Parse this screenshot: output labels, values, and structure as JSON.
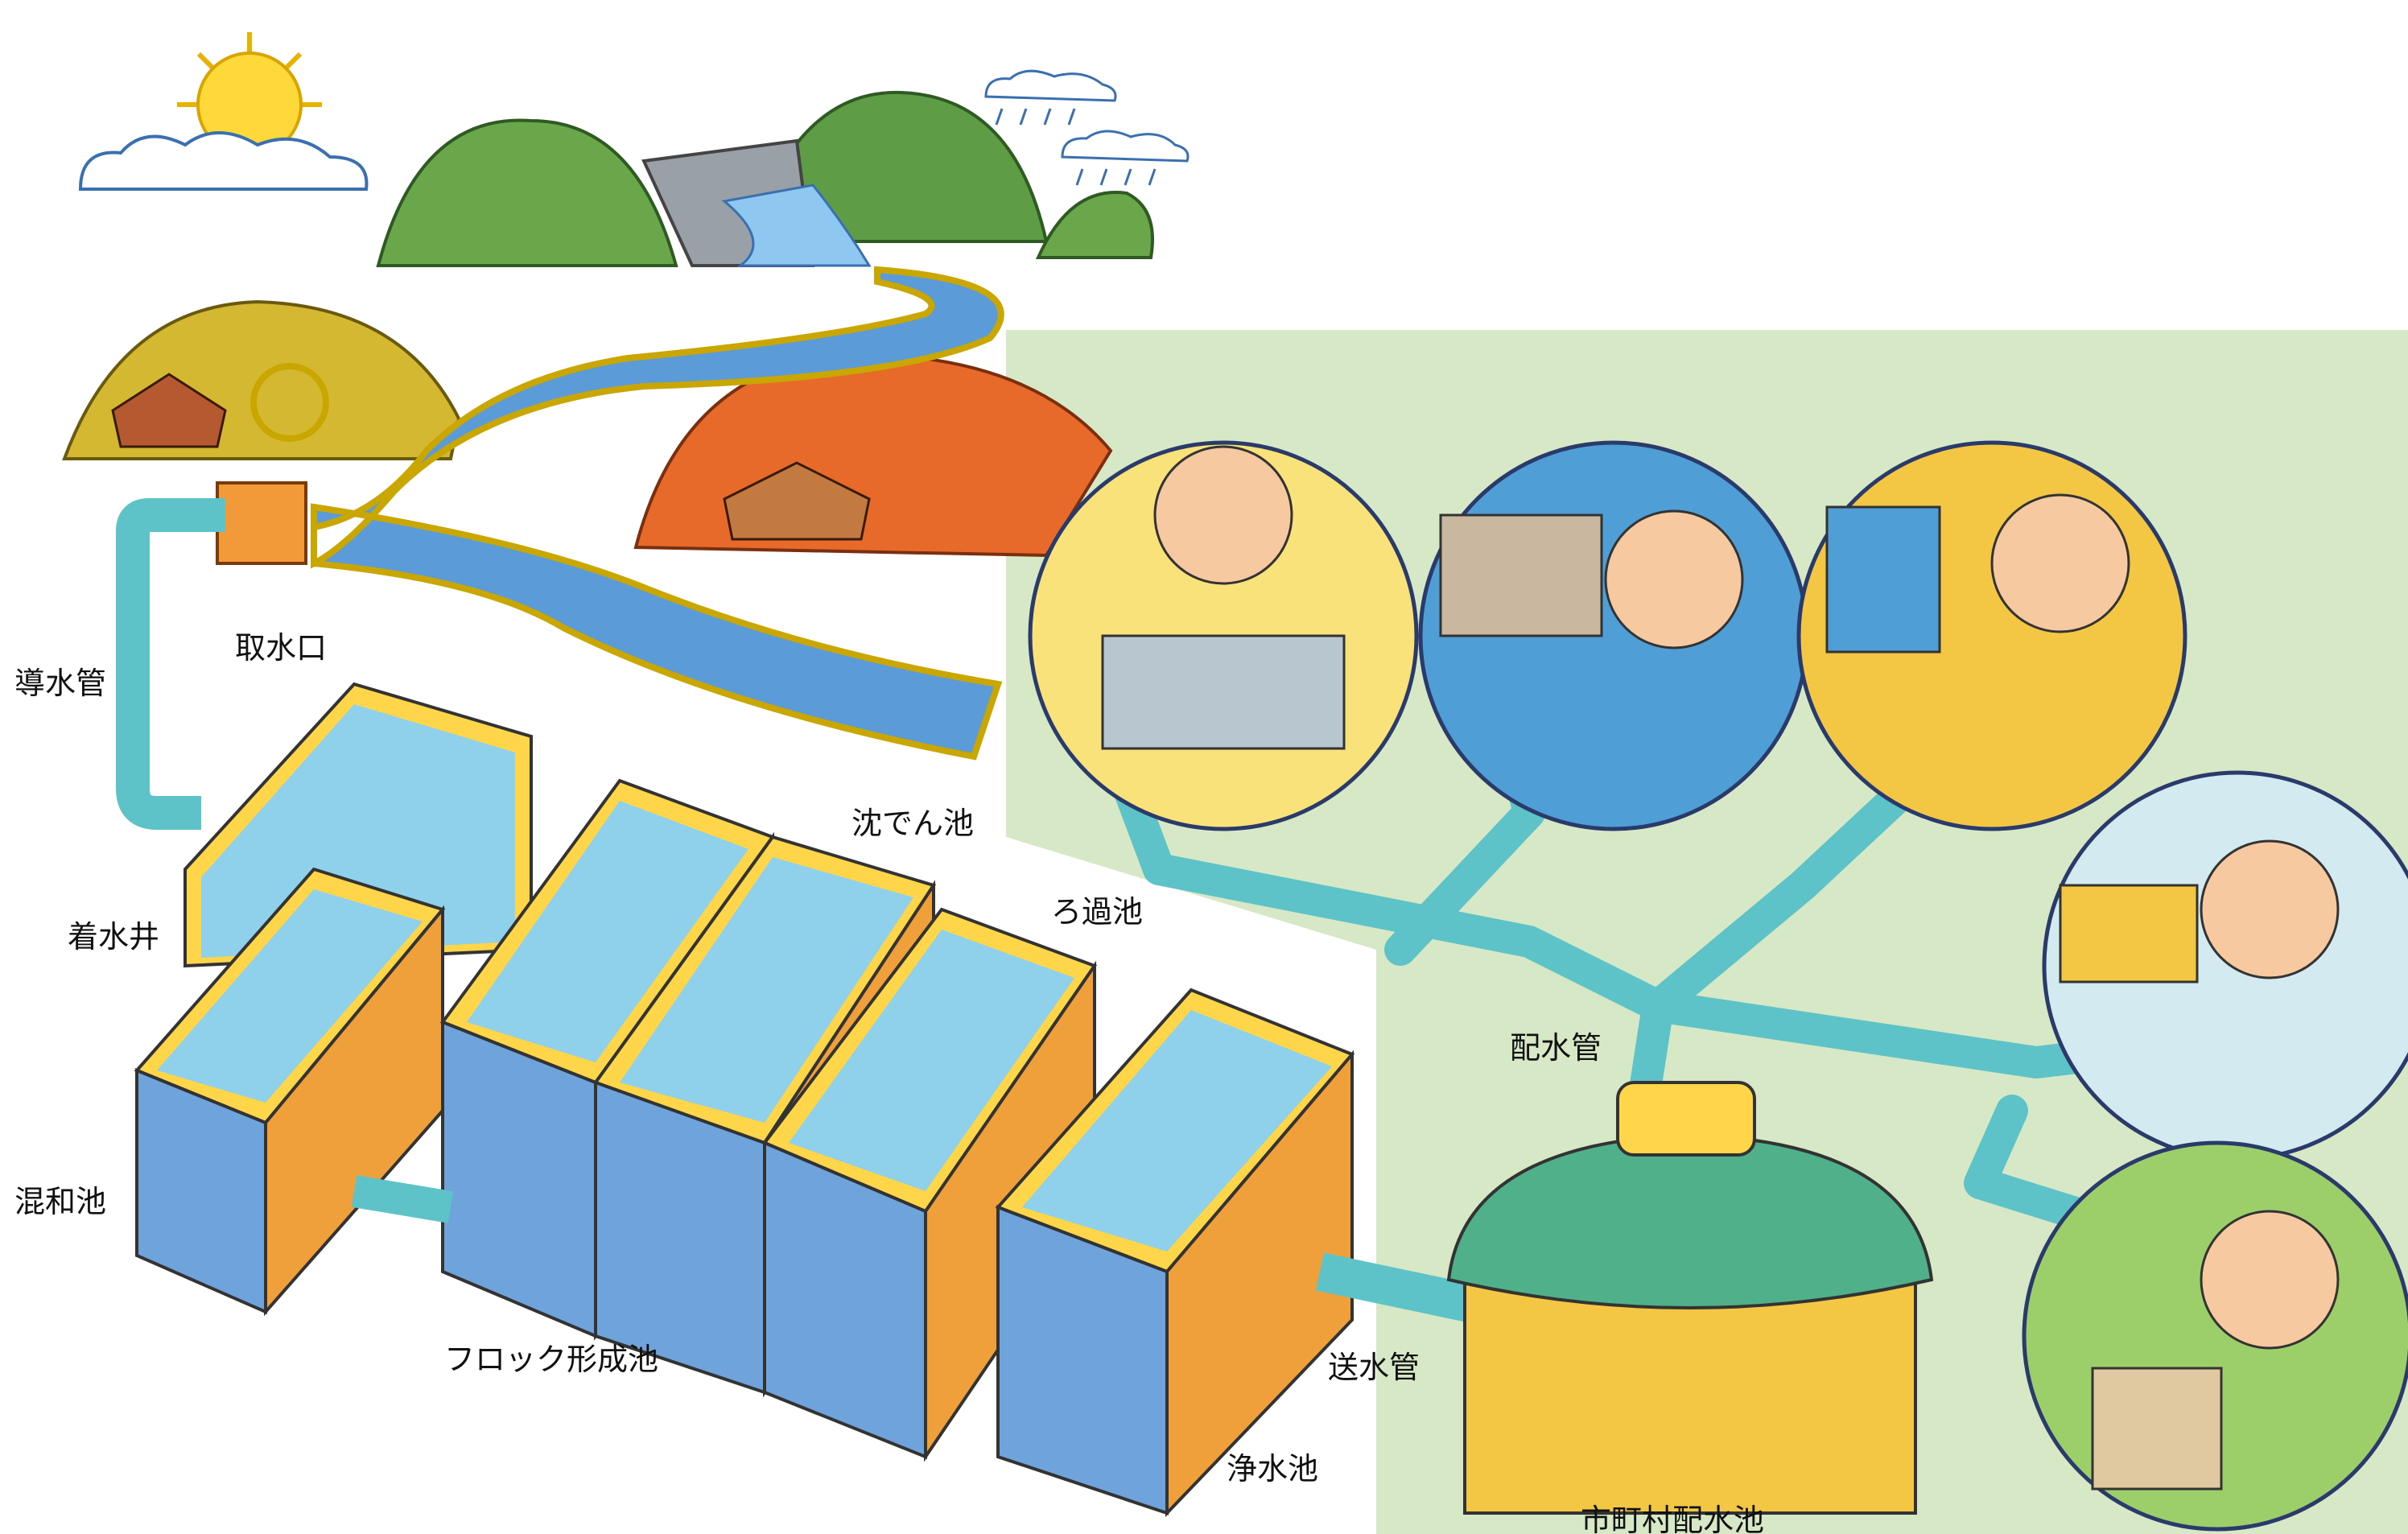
{
  "labels": {
    "intake": "取水口",
    "conduit": "導水管",
    "sedimentation": "沈でん池",
    "receiving_well": "着水井",
    "filtration": "ろ過池",
    "distribution_pipe": "配水管",
    "mixing": "混和池",
    "floc": "フロック形成池",
    "transmission_pipe": "送水管",
    "clear_water": "浄水池",
    "municipal_reservoir": "市町村配水池"
  },
  "colors": {
    "water": "#5b9bd8",
    "pipe": "#5ec3c8",
    "tank_blue": "#6fa3dc",
    "tank_orange": "#f0a03a",
    "tank_yellow": "#ffd54a",
    "zone_green": "#d7e8c6",
    "reservoir_green": "#4fb08a",
    "reservoir_yellow": "#f3c744"
  }
}
